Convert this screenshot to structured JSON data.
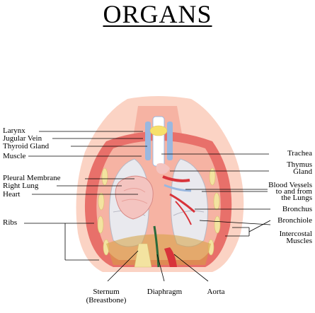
{
  "title": "ORGANS",
  "labels": {
    "larynx": "Larynx",
    "jugular_vein": "Jugular Vein",
    "thyroid_gland": "Thyroid Gland",
    "muscle": "Muscle",
    "pleural_membrane": "Pleural Membrane",
    "right_lung": "Right Lung",
    "heart": "Heart",
    "ribs": "Ribs",
    "trachea": "Trachea",
    "thymus_gland_1": "Thymus",
    "thymus_gland_2": "Gland",
    "blood_vessels_1": "Blood Vessels",
    "blood_vessels_2": "to and from",
    "blood_vessels_3": "the Lungs",
    "bronchus": "Bronchus",
    "bronchiole": "Bronchiole",
    "intercostal_1": "Intercostal",
    "intercostal_2": "Muscles",
    "sternum_1": "Sternum",
    "sternum_2": "(Breastbone)",
    "diaphragm": "Diaphragm",
    "aorta": "Aorta"
  },
  "colors": {
    "skin_light": "#fbd3c4",
    "skin": "#f6b3a3",
    "muscle": "#e8706a",
    "rib": "#f3e3a0",
    "lung": "#e9e9ee",
    "heart": "#f4c4c0",
    "vessel_blue": "#9ab8e0",
    "vessel_red": "#d8333a",
    "yellow": "#f7e06a"
  }
}
